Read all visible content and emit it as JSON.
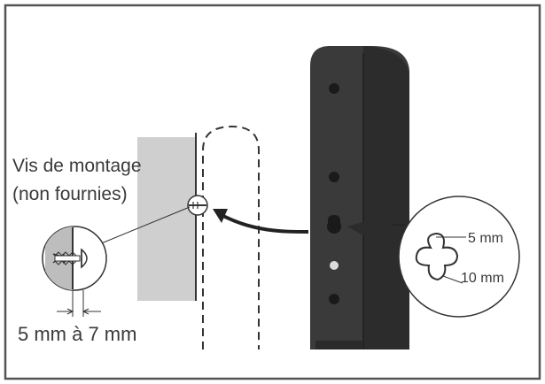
{
  "labels": {
    "screw_line1": "Vis de montage",
    "screw_line2": "(non fournies)",
    "depth_range": "5 mm à 7 mm",
    "keyhole_small": "5 mm",
    "keyhole_large": "10 mm"
  },
  "colors": {
    "frame": "#555555",
    "wall": "#cfcfcf",
    "speaker": "#3a3a3a",
    "speaker_side": "#2c2c2c",
    "text": "#3a3a3a"
  },
  "icons": [
    "mounting-screw-icon",
    "keyhole-slot-icon",
    "arrow-icon"
  ]
}
